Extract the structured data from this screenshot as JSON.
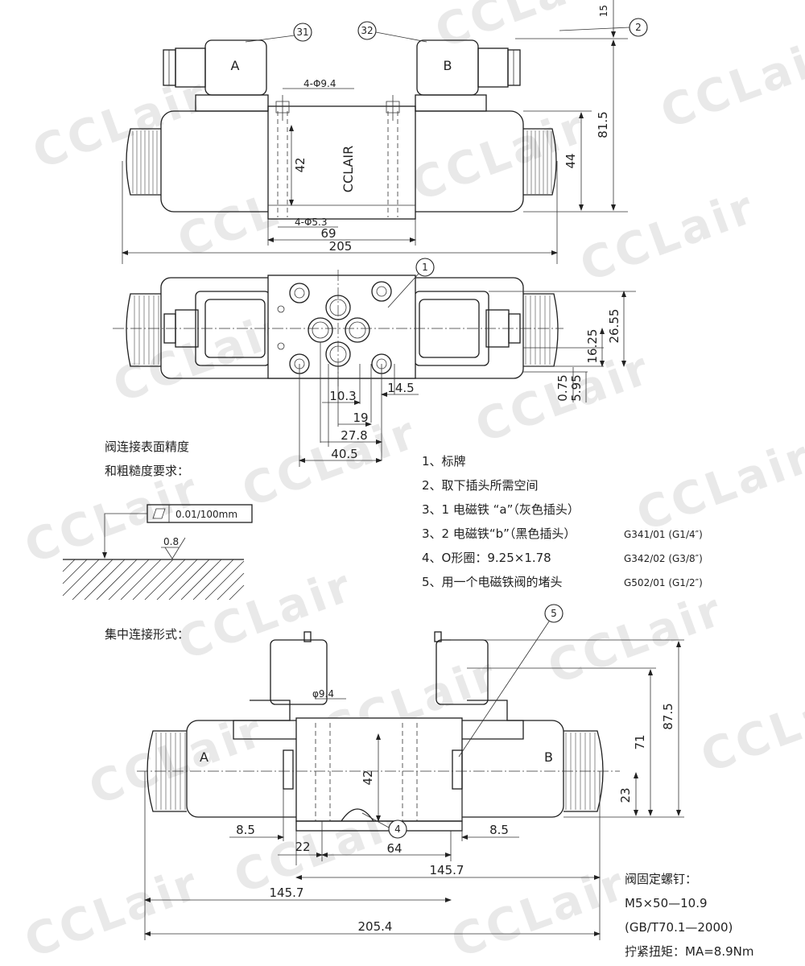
{
  "watermark": "CCLair",
  "top_view": {
    "solenoid_a_label": "A",
    "solenoid_b_label": "B",
    "nameplate_text": "CCLAIR",
    "balloon_31": "31",
    "balloon_32": "32",
    "balloon_2": "2",
    "dims": {
      "hole_top": "4-Φ9.4",
      "hole_bottom": "4-Φ5.3",
      "height_42": "42",
      "width_69": "69",
      "width_205": "205",
      "height_44": "44",
      "height_81_5": "81.5",
      "top_15": "15"
    }
  },
  "plan_view": {
    "balloon_1": "1",
    "dims": {
      "d_10_3": "10.3",
      "d_19": "19",
      "d_27_8": "27.8",
      "d_40_5": "40.5",
      "d_14_5": "14.5",
      "d_0_75": "0.75",
      "d_5_95": "5.95",
      "d_16_25": "16.25",
      "d_26_55": "26.55"
    }
  },
  "surface_req": {
    "title_line1": "阀连接表面精度",
    "title_line2": "和粗糙度要求：",
    "flatness": "0.01/100mm",
    "roughness": "0.8"
  },
  "legend": {
    "items": [
      "1、标牌",
      "2、取下插头所需空间",
      "3、1 电磁铁 “a”（灰色插头）",
      "3、2 电磁铁“b”（黑色插头）",
      "4、O形圈：9.25×1.78",
      "5、用一个电磁铁阀的堵头"
    ],
    "codes": [
      "G341/01 (G1/4″)",
      "G342/02 (G3/8″)",
      "G502/01 (G1/2″)"
    ]
  },
  "central_view": {
    "title": "集中连接形式：",
    "label_a": "A",
    "label_b": "B",
    "balloon_4": "4",
    "balloon_5": "5",
    "dims": {
      "phi_9_4": "φ9.4",
      "h_42": "42",
      "h_71": "71",
      "h_87_5": "87.5",
      "h_23": "23",
      "left_8_5": "8.5",
      "right_8_5": "8.5",
      "w_22": "22",
      "w_64": "64",
      "w_145_7_a": "145.7",
      "w_145_7_b": "145.7",
      "w_205_4": "205.4"
    }
  },
  "screw_note": {
    "line1": "阀固定螺钉：",
    "line2": "M5×50—10.9",
    "line3": "(GB/T70.1—2000)",
    "line4": "拧紧扭矩：MA=8.9Nm"
  }
}
